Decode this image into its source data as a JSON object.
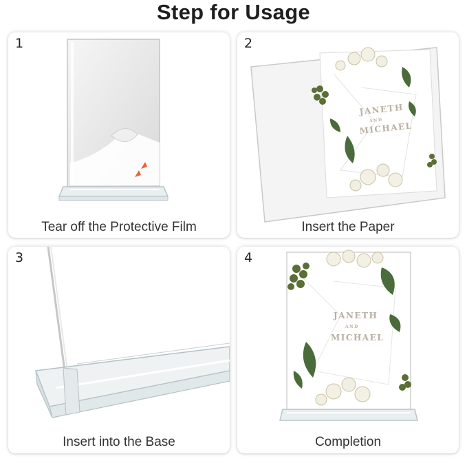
{
  "header": {
    "title": "Step for Usage"
  },
  "steps": [
    {
      "number": "1",
      "caption": "Tear off the Protective Film"
    },
    {
      "number": "2",
      "caption": "Insert the Paper"
    },
    {
      "number": "3",
      "caption": "Insert into the Base"
    },
    {
      "number": "4",
      "caption": "Completion"
    }
  ],
  "card_print": {
    "name_top": "JANETH",
    "joiner": "AND",
    "name_bottom": "MICHAEL"
  },
  "colors": {
    "title_text": "#1e1e1e",
    "caption_text": "#333333",
    "arrow_accent": "#e8633a",
    "leaf_green": "#4a6b3a"
  }
}
